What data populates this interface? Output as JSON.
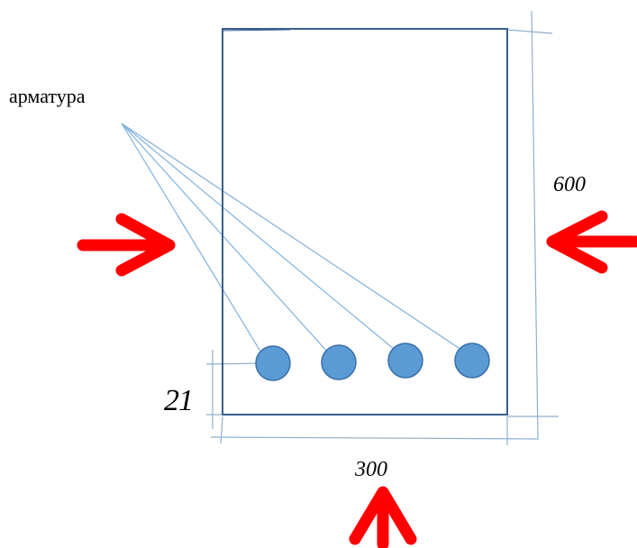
{
  "labels": {
    "rebar": "арматура",
    "height": "600",
    "width": "300",
    "cover": "21"
  },
  "colors": {
    "outline": "#3a5f8f",
    "leader": "#7fb1dd",
    "dimension": "#8fb0cc",
    "rebar_fill": "#5b9bd5",
    "rebar_stroke": "#3a6fa8",
    "arrow": "#ff0000"
  },
  "rebar_count": 4
}
